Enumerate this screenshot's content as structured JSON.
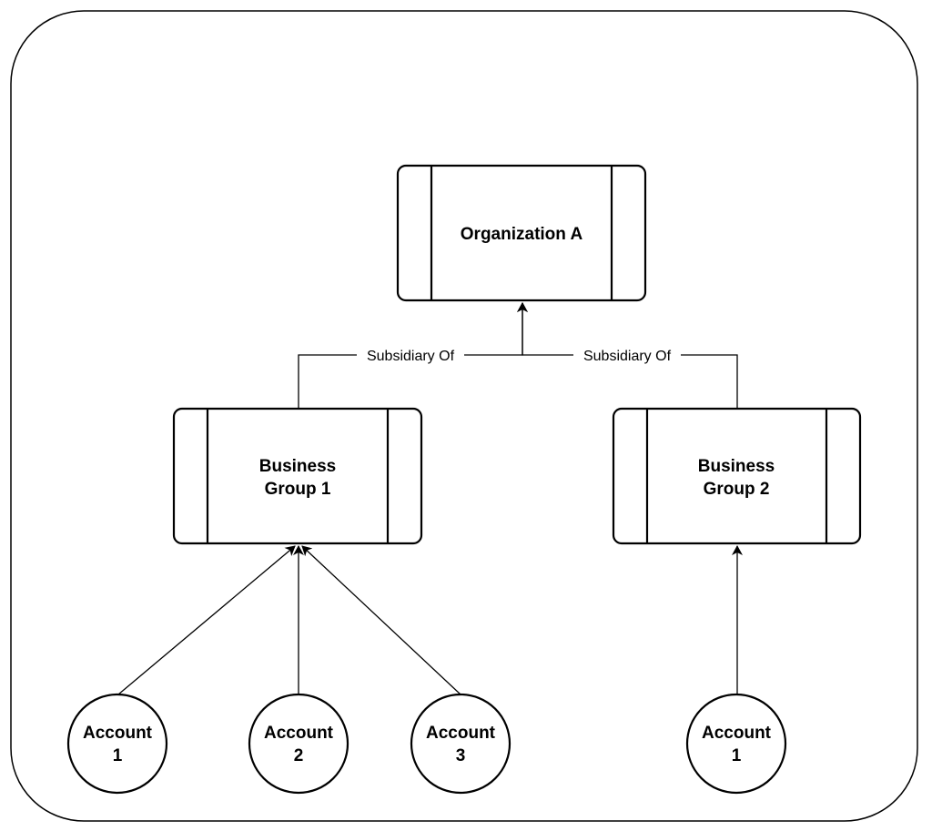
{
  "diagram": {
    "organization": {
      "label": "Organization A"
    },
    "business_groups": [
      {
        "label_line1": "Business",
        "label_line2": "Group 1"
      },
      {
        "label_line1": "Business",
        "label_line2": "Group 2"
      }
    ],
    "accounts": [
      {
        "label_line1": "Account",
        "label_line2": "1"
      },
      {
        "label_line1": "Account",
        "label_line2": "2"
      },
      {
        "label_line1": "Account",
        "label_line2": "3"
      },
      {
        "label_line1": "Account",
        "label_line2": "1"
      }
    ],
    "edge_labels": [
      "Subsidiary Of",
      "Subsidiary Of"
    ]
  }
}
